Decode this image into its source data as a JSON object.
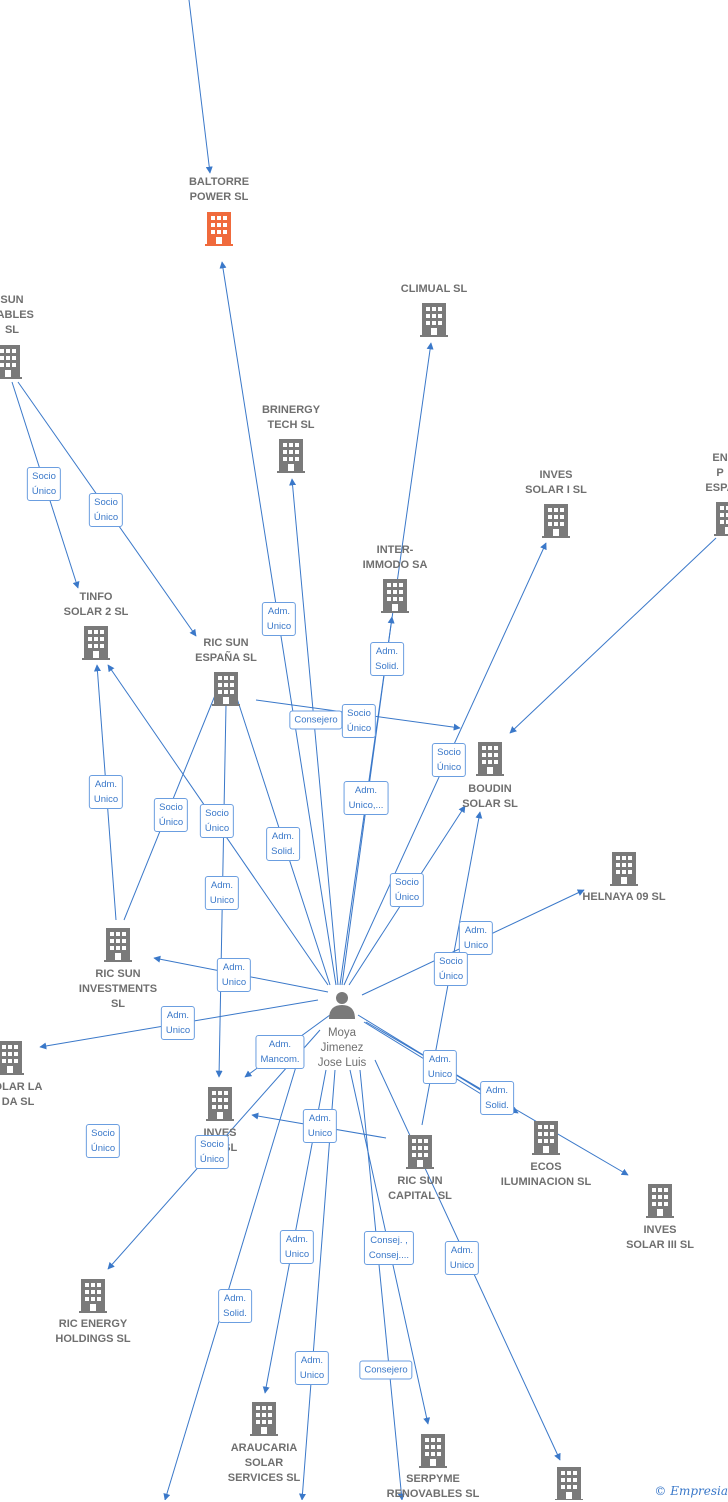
{
  "colors": {
    "edge": "#3a78c9",
    "node": "#7a7a7a",
    "highlight": "#f06a3c"
  },
  "nodes": [
    {
      "id": "baltorre",
      "label": [
        "BALTORRE",
        "POWER  SL"
      ],
      "highlight": true,
      "icon": "building-icon"
    },
    {
      "id": "climual",
      "label": [
        "CLIMUAL SL"
      ],
      "icon": "building-icon"
    },
    {
      "id": "renovables_sun",
      "label": [
        "SUN",
        "VABLES",
        "SL"
      ],
      "icon": "building-icon"
    },
    {
      "id": "brinergy",
      "label": [
        "BRINERGY",
        "TECH  SL"
      ],
      "icon": "building-icon"
    },
    {
      "id": "inves_solar_i",
      "label": [
        "INVES",
        "SOLAR I SL"
      ],
      "icon": "building-icon"
    },
    {
      "id": "en_espa",
      "label": [
        "EN",
        "P",
        "ESPA"
      ],
      "icon": "building-icon"
    },
    {
      "id": "inter_immodo",
      "label": [
        "INTER-",
        "IMMODO SA"
      ],
      "icon": "building-icon"
    },
    {
      "id": "tinfo",
      "label": [
        "TINFO",
        "SOLAR 2 SL"
      ],
      "icon": "building-icon"
    },
    {
      "id": "ric_sun_espana",
      "label": [
        "RIC SUN",
        "ESPAÑA  SL"
      ],
      "icon": "building-icon"
    },
    {
      "id": "boudin",
      "label": [
        "BOUDIN",
        "SOLAR SL"
      ],
      "icon": "building-icon"
    },
    {
      "id": "helnaya",
      "label": [
        "HELNAYA 09 SL"
      ],
      "icon": "building-icon"
    },
    {
      "id": "ric_sun_investments",
      "label": [
        "RIC SUN",
        "INVESTMENTS",
        "SL"
      ],
      "icon": "building-icon"
    },
    {
      "id": "solar_la",
      "label": [
        "OLAR LA",
        "DA  SL"
      ],
      "icon": "building-icon"
    },
    {
      "id": "inves_s",
      "label": [
        "INVES",
        "S          Y SL"
      ],
      "icon": "building-icon"
    },
    {
      "id": "ric_sun_capital",
      "label": [
        "RIC SUN",
        "CAPITAL  SL"
      ],
      "icon": "building-icon"
    },
    {
      "id": "ecos",
      "label": [
        "ECOS",
        "ILUMINACION SL"
      ],
      "icon": "building-icon"
    },
    {
      "id": "inves_solar_iii",
      "label": [
        "INVES",
        "SOLAR III SL"
      ],
      "icon": "building-icon"
    },
    {
      "id": "ric_energy",
      "label": [
        "RIC ENERGY",
        "HOLDINGS  SL"
      ],
      "icon": "building-icon"
    },
    {
      "id": "araucaria",
      "label": [
        "ARAUCARIA",
        "SOLAR",
        "SERVICES SL"
      ],
      "icon": "building-icon"
    },
    {
      "id": "serpyme",
      "label": [
        "SERPYME",
        "RENOVABLES SL"
      ],
      "icon": "building-icon"
    },
    {
      "id": "bottom_right",
      "label": [],
      "icon": "building-icon"
    }
  ],
  "person": {
    "label": [
      "Moya",
      "Jimenez",
      "Jose Luis"
    ],
    "icon": "person-icon"
  },
  "edge_labels": [
    {
      "text": [
        "Socio",
        "Único"
      ]
    },
    {
      "text": [
        "Socio",
        "Único"
      ]
    },
    {
      "text": [
        "Adm.",
        "Unico"
      ]
    },
    {
      "text": [
        "Adm.",
        "Solid."
      ]
    },
    {
      "text": [
        "Socio",
        "Único"
      ]
    },
    {
      "text": [
        "Consejero"
      ]
    },
    {
      "text": [
        "Socio",
        "Único"
      ]
    },
    {
      "text": [
        "Adm.",
        "Unico"
      ]
    },
    {
      "text": [
        "Socio",
        "Único"
      ]
    },
    {
      "text": [
        "Socio",
        "Único"
      ]
    },
    {
      "text": [
        "Adm.",
        "Unico,..."
      ]
    },
    {
      "text": [
        "Adm.",
        "Solid."
      ]
    },
    {
      "text": [
        "Adm.",
        "Unico"
      ]
    },
    {
      "text": [
        "Socio",
        "Único"
      ]
    },
    {
      "text": [
        "Adm.",
        "Unico"
      ]
    },
    {
      "text": [
        "Adm.",
        "Unico"
      ]
    },
    {
      "text": [
        "Socio",
        "Único"
      ]
    },
    {
      "text": [
        "Adm.",
        "Unico"
      ]
    },
    {
      "text": [
        "Adm.",
        "Mancom."
      ]
    },
    {
      "text": [
        "Adm.",
        "Unico"
      ]
    },
    {
      "text": [
        "Adm.",
        "Solid."
      ]
    },
    {
      "text": [
        "Adm.",
        "Unico"
      ]
    },
    {
      "text": [
        "Socio",
        "Único"
      ]
    },
    {
      "text": [
        "Socio",
        "Único"
      ]
    },
    {
      "text": [
        "Adm.",
        "Unico"
      ]
    },
    {
      "text": [
        "Consej. ,",
        "Consej...."
      ]
    },
    {
      "text": [
        "Adm.",
        "Solid."
      ]
    },
    {
      "text": [
        "Adm.",
        "Unico"
      ]
    },
    {
      "text": [
        "Adm.",
        "Unico"
      ]
    },
    {
      "text": [
        "Adm.",
        "Solid."
      ]
    },
    {
      "text": [
        "Consejero"
      ]
    }
  ],
  "watermark": "© Empresia"
}
